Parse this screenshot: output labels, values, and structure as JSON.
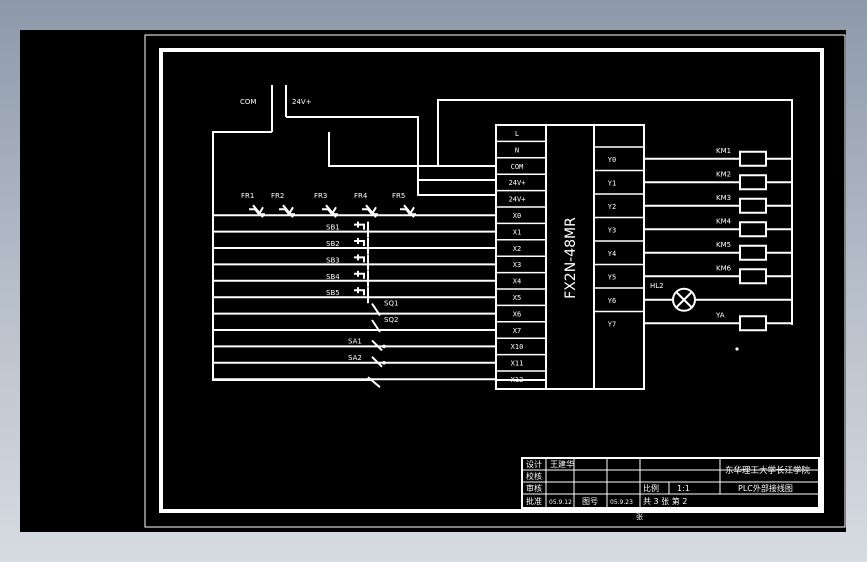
{
  "drawing": {
    "supply": {
      "common": "COM",
      "dc24": "24V+"
    },
    "plc": {
      "model": "FX2N-48MR",
      "inputs": [
        "L",
        "N",
        "COM",
        "24V+",
        "24V+",
        "X0",
        "X1",
        "X2",
        "X3",
        "X4",
        "X5",
        "X6",
        "X7",
        "X10",
        "X11",
        "X12"
      ],
      "outputs": [
        "Y0",
        "Y1",
        "Y2",
        "Y3",
        "Y4",
        "Y5",
        "Y6",
        "Y7"
      ]
    },
    "thermal_relays": [
      "FR1",
      "FR2",
      "FR3",
      "FR4",
      "FR5"
    ],
    "buttons": [
      "SB1",
      "SB2",
      "SB3",
      "SB4",
      "SB5"
    ],
    "limits": [
      "SQ1",
      "SQ2"
    ],
    "selectors": [
      "SA1",
      "SA2"
    ],
    "loads": [
      "KM1",
      "KM2",
      "KM3",
      "KM4",
      "KM5",
      "KM6",
      "HL2",
      "YA"
    ],
    "title_block": {
      "design_label": "设计",
      "designer": "王建华",
      "check_label": "校核",
      "review_label": "审核",
      "approve_label": "批准",
      "approve_date": "05.9.12",
      "drawing_no_label": "图号",
      "drawing_no": "05.9.23",
      "scale_label": "比例",
      "scale": "1:1",
      "school": "东华理工大学长江学院",
      "title": "PLC外部接线图",
      "sheets": "共 3 张  第 2",
      "footer": "张"
    }
  }
}
